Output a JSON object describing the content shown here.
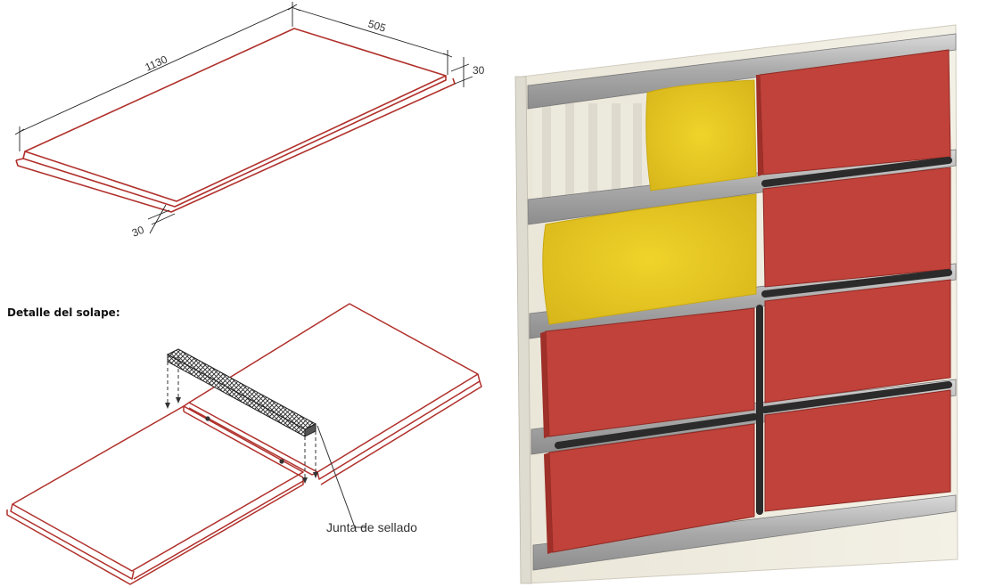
{
  "panel_drawing": {
    "dimensions": {
      "length": "1130",
      "width": "505",
      "thickness_right": "30",
      "thickness_front": "30"
    }
  },
  "overlap_detail": {
    "title": "Detalle del solape:",
    "seal_label": "Junta de sellado"
  },
  "colors": {
    "outline_red": "#b0302b",
    "panel_red": "#c0423a",
    "panel_red_dark": "#9e2f29",
    "insulation_yellow": "#e8cc22",
    "steel_gray": "#b8b8b8",
    "joint_dark": "#2b2b2b"
  }
}
